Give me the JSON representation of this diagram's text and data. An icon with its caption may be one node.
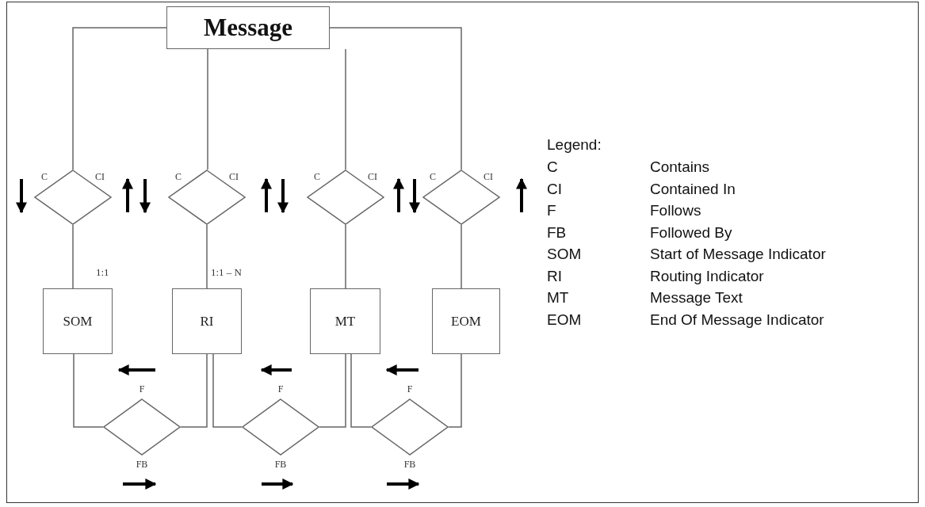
{
  "diagram": {
    "nodes": [
      {
        "text": [
          "Message"
        ]
      },
      {
        "text": [],
        "shape": "diamond",
        "beside": [
          "C",
          "CI"
        ]
      },
      {
        "text": [],
        "shape": "diamond",
        "beside": [
          "C",
          "CI"
        ]
      },
      {
        "text": [],
        "shape": "diamond",
        "beside": [
          "C",
          "CI"
        ]
      },
      {
        "text": [],
        "shape": "diamond",
        "beside": [
          "C",
          "CI"
        ]
      },
      {
        "text": [
          "SOM"
        ]
      },
      {
        "text": [
          "RI"
        ]
      },
      {
        "text": [
          "MT"
        ]
      },
      {
        "text": [
          "EOM"
        ]
      },
      {
        "text": [],
        "shape": "diamond",
        "beside": [
          "F",
          "FB"
        ]
      },
      {
        "text": [],
        "shape": "diamond",
        "beside": [
          "F",
          "FB"
        ]
      },
      {
        "text": [],
        "shape": "diamond",
        "beside": [
          "F",
          "FB"
        ]
      }
    ],
    "edges": [
      {
        "from": 0,
        "to": 1,
        "arrow": "none"
      },
      {
        "from": 0,
        "to": 2,
        "arrow": "none"
      },
      {
        "from": 0,
        "to": 3,
        "arrow": "none"
      },
      {
        "from": 0,
        "to": 4,
        "arrow": "none"
      },
      {
        "from": 1,
        "to": 5,
        "arrow": "none",
        "label": "1:1"
      },
      {
        "from": 2,
        "to": 6,
        "arrow": "none",
        "label": "1:1 – N"
      },
      {
        "from": 3,
        "to": 7,
        "arrow": "none"
      },
      {
        "from": 4,
        "to": 8,
        "arrow": "none"
      },
      {
        "from": 5,
        "to": 9,
        "arrow": "none"
      },
      {
        "from": 9,
        "to": 6,
        "arrow": "none"
      },
      {
        "from": 6,
        "to": 10,
        "arrow": "none"
      },
      {
        "from": 10,
        "to": 7,
        "arrow": "none"
      },
      {
        "from": 7,
        "to": 11,
        "arrow": "none"
      },
      {
        "from": 11,
        "to": 8,
        "arrow": "none"
      }
    ],
    "labels": [
      "Legend:",
      "C",
      "Contains",
      "CI",
      "Contained In",
      "F",
      "Follows",
      "FB",
      "Followed By",
      "SOM",
      "Start of Message Indicator",
      "RI",
      "Routing Indicator",
      "MT",
      "Message Text",
      "EOM",
      "End Of Message Indicator"
    ]
  }
}
